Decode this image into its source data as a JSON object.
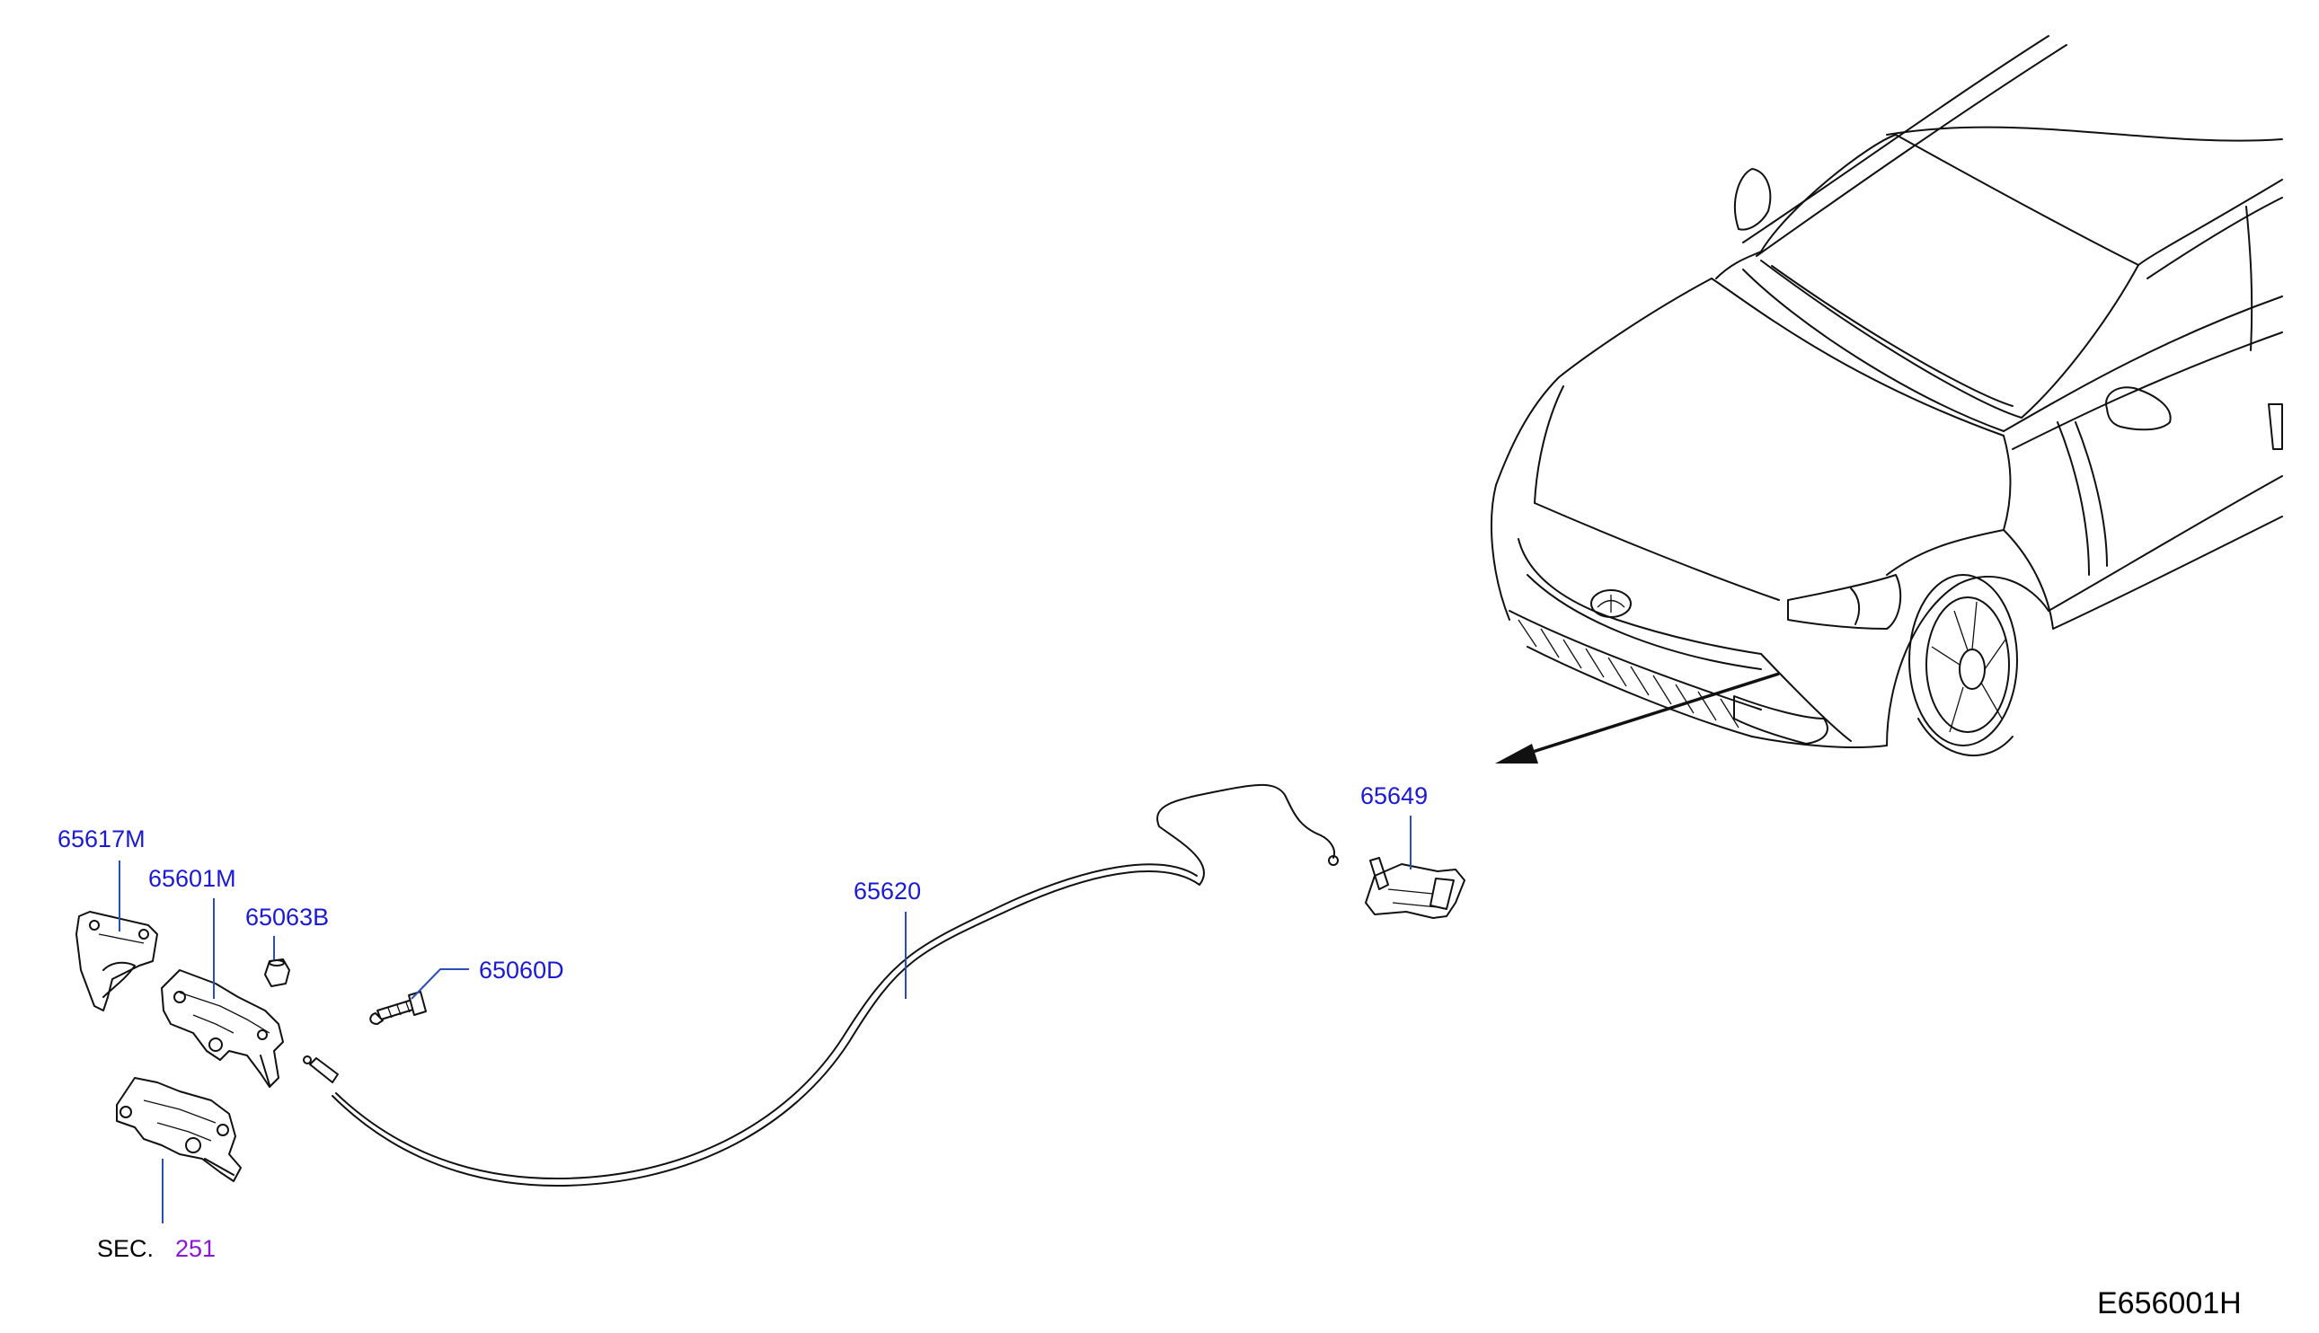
{
  "diagram": {
    "reference_code": "E656001H",
    "accent_color": "#1a1ad6",
    "section_link_color": "#8a16d6",
    "parts": [
      {
        "id": "65617M",
        "label": "65617M"
      },
      {
        "id": "65601M",
        "label": "65601M"
      },
      {
        "id": "65063B",
        "label": "65063B"
      },
      {
        "id": "65060D",
        "label": "65060D"
      },
      {
        "id": "65620",
        "label": "65620"
      },
      {
        "id": "65649",
        "label": "65649"
      }
    ],
    "section_reference": {
      "prefix": "SEC.",
      "number": "251"
    }
  }
}
